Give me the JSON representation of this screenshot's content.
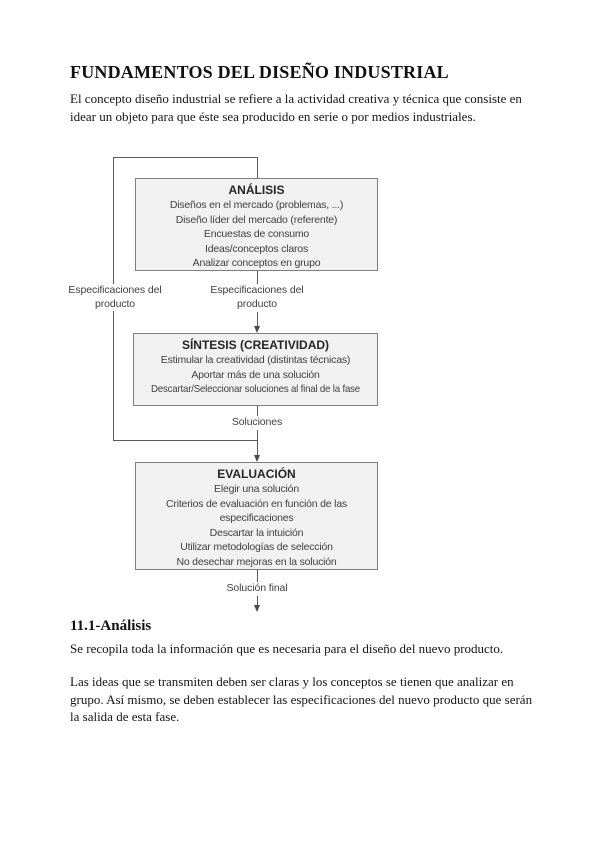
{
  "doc": {
    "title": "FUNDAMENTOS DEL DISEÑO INDUSTRIAL",
    "intro": "El concepto diseño industrial se refiere a la actividad creativa y técnica que consiste en idear un objeto para que éste sea producido en serie o por medios industriales."
  },
  "diagram": {
    "boxes": [
      {
        "title": "ANÁLISIS",
        "items": [
          "Diseños en el mercado (problemas, ...)",
          "Diseño líder del mercado (referente)",
          "Encuestas de consumo",
          "Ideas/conceptos claros",
          "Analizar conceptos en grupo"
        ]
      },
      {
        "title": "SÍNTESIS (CREATIVIDAD)",
        "items": [
          "Estimular la creatividad (distintas técnicas)",
          "Aportar más de una solución",
          "Descartar/Seleccionar soluciones al final de la fase"
        ]
      },
      {
        "title": "EVALUACIÓN",
        "items": [
          "Elegir una solución",
          "Criterios de evaluación en función de las especificaciones",
          "Descartar la intuición",
          "Utilizar metodologías de selección",
          "No desechar mejoras en la solución"
        ]
      }
    ],
    "labels": {
      "spec_left": "Especificaciones del producto",
      "spec_mid": "Especificaciones del producto",
      "soluciones": "Soluciones",
      "solucion_final": "Solución final"
    }
  },
  "section": {
    "heading": "11.1-Análisis",
    "para1": "Se recopila toda la información que es necesaria para el diseño del nuevo producto.",
    "para2": "Las ideas que se transmiten deben ser claras y los conceptos se tienen que analizar en grupo. Así mismo, se deben establecer las especificaciones del nuevo producto que serán la salida de esta fase."
  },
  "colors": {
    "box_fill": "#f1f1f1",
    "box_border": "#7f7f7f",
    "connector": "#5a5a5a",
    "diagram_text": "#3f3f3f"
  }
}
